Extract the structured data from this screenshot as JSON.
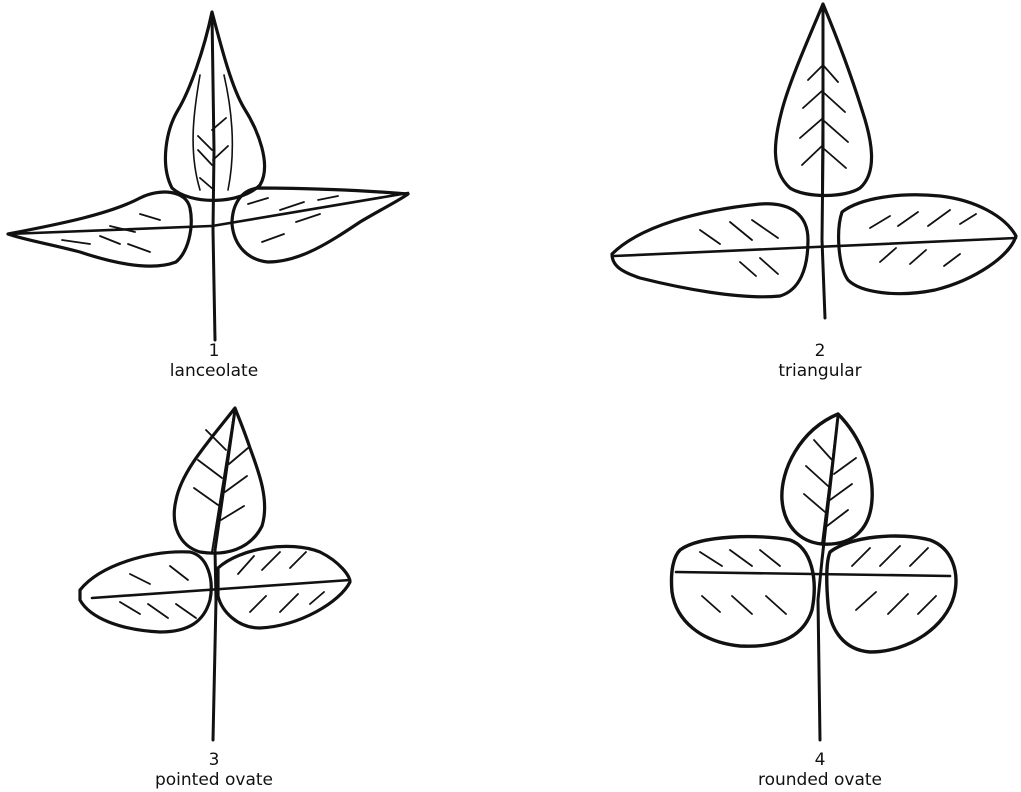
{
  "figure": {
    "items": [
      {
        "number": "1",
        "label": "lanceolate"
      },
      {
        "number": "2",
        "label": "triangular"
      },
      {
        "number": "3",
        "label": "pointed ovate"
      },
      {
        "number": "4",
        "label": "rounded ovate"
      }
    ],
    "colors": {
      "ink": "#111111",
      "background": "#ffffff"
    }
  }
}
